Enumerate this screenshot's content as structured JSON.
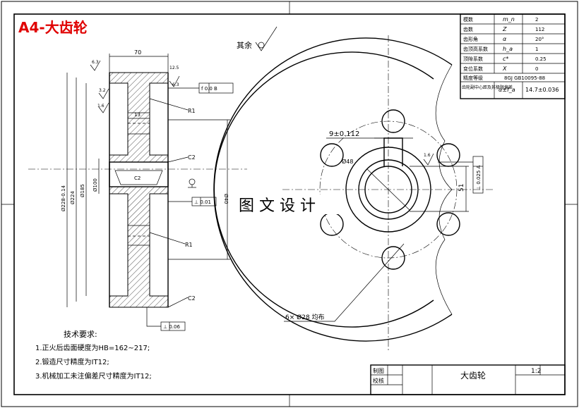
{
  "sheet_title": "A4-大齿轮",
  "roughness_note": "其余",
  "watermark": "图 文 设 计",
  "param_table": [
    {
      "name": "模数",
      "symbol": "m_n",
      "value": "2"
    },
    {
      "name": "齿数",
      "symbol": "Z",
      "value": "112"
    },
    {
      "name": "齿形角",
      "symbol": "α",
      "value": "20°"
    },
    {
      "name": "齿顶高系数",
      "symbol": "h_a",
      "value": "1"
    },
    {
      "name": "顶隙系数",
      "symbol": "c*",
      "value": "0.25"
    },
    {
      "name": "变位系数",
      "symbol": "X",
      "value": "0"
    },
    {
      "name": "精度等级",
      "symbol": "",
      "value": "8GJ GB10095-88"
    },
    {
      "name": "齿轮副中心距及其极限偏差",
      "symbol": "α±f_a",
      "value": "14.7±0.036"
    }
  ],
  "dimensions": {
    "width_top": "70",
    "keyway_width": "9±0.112",
    "bore_dia": "Ø48",
    "keyway_depth": "51",
    "holes": "6× Ø28 均布",
    "od": "Ø228-0.14",
    "d224": "Ø224",
    "d185": "Ø185",
    "d100": "Ø100",
    "span": "Ø40",
    "radius1": "R1",
    "radius2": "R1",
    "chamfer_c2a": "C2",
    "chamfer_c2b": "C2",
    "chamfer_c2c": "C2",
    "web_thick": "13",
    "roughness_a": "6.3",
    "roughness_b": "3.2",
    "roughness_c": "1.6",
    "roughness_d": "12.5",
    "roughness_e": "6.3",
    "roughness_f": "1.6"
  },
  "tolerance_frames": {
    "runout": "f 0.0 B",
    "perp1": "⊥ 0.01",
    "perp2": "⊥ 0.06",
    "flat": "⊥ 0.025 A",
    "datum_a": "A"
  },
  "tech_requirements": {
    "title": "技术要求:",
    "items": [
      "1.正火后齿面硬度为HB=162~217;",
      "2.锻造尺寸精度为IT12;",
      "3.机械加工未注偏差尺寸精度为IT12;"
    ]
  },
  "title_block": {
    "drawn_label": "制图",
    "checked_label": "校核",
    "part_name": "大齿轮",
    "scale": "1:2"
  }
}
